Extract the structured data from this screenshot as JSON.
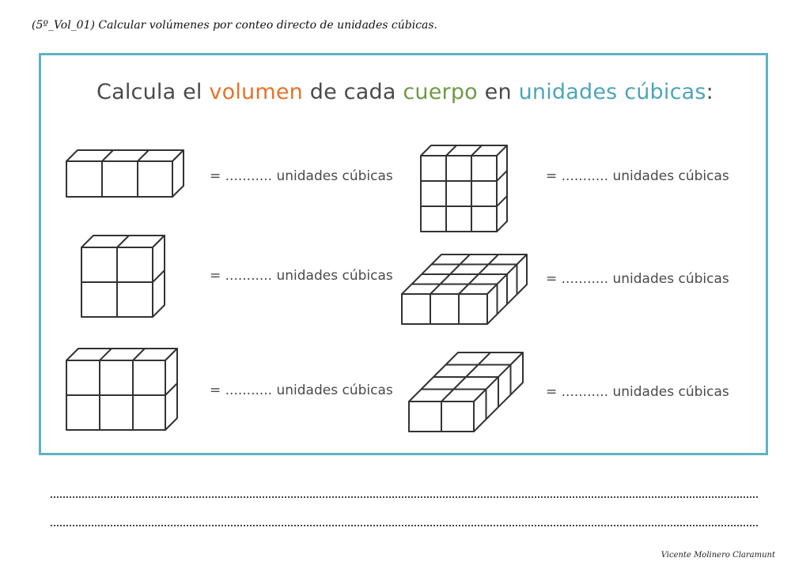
{
  "header": "(5º_Vol_01) Calcular volúmenes por conteo directo de unidades cúbicas.",
  "title": {
    "part1": "Calcula el ",
    "w1": "volumen",
    "part2": " de cada ",
    "w2": "cuerpo",
    "part3": " en ",
    "w3": "unidades cúbicas",
    "part4": ":"
  },
  "exercises": [
    {
      "answer": "= ........... unidades cúbicas",
      "figure": "3x1x1 row of cubes"
    },
    {
      "answer": "= ........... unidades cúbicas",
      "figure": "3x3 front face, 1 deep"
    },
    {
      "answer": "= ........... unidades cúbicas",
      "figure": "2x2 front face, 1 deep"
    },
    {
      "answer": "= ........... unidades cúbicas",
      "figure": "3x4 layer of cubes"
    },
    {
      "answer": "= ........... unidades cúbicas",
      "figure": "3x2 front face, 1 deep"
    },
    {
      "answer": "= ........... unidades cúbicas",
      "figure": "2x4 layer of cubes"
    }
  ],
  "colors": {
    "frame": "#5fb3c2",
    "volumen": "#e4742b",
    "cuerpo": "#6f9a45",
    "unidades_cubicas": "#4ea5b8"
  },
  "footer": "Vicente Molinero Claramunt"
}
